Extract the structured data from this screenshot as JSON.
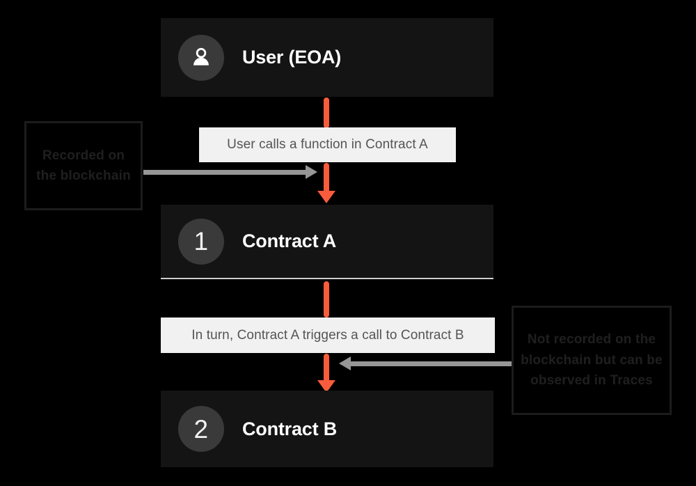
{
  "diagram": {
    "background_color": "#000000",
    "accent_color": "#f95c3c",
    "muted_arrow_color": "#969696",
    "card_color": "#141414",
    "chip_color": "#f1f1f1"
  },
  "nodes": [
    {
      "id": "user",
      "icon": "person-icon",
      "badge": "",
      "title": "User (EOA)"
    },
    {
      "id": "contract-a",
      "icon": "",
      "badge": "1",
      "title": "Contract A"
    },
    {
      "id": "contract-b",
      "icon": "",
      "badge": "2",
      "title": "Contract B"
    }
  ],
  "edge_labels": [
    {
      "id": "edge-label-1",
      "text": "User calls a function in Contract A"
    },
    {
      "id": "edge-label-2",
      "text": "In turn, Contract A triggers a call to Contract B"
    }
  ],
  "annotations": [
    {
      "id": "annotation-left",
      "lines": [
        "Recorded",
        "on the",
        "blockchain"
      ],
      "text": "Recorded on the blockchain"
    },
    {
      "id": "annotation-right",
      "lines": [
        "Not recorded on the",
        "blockchain but can",
        "be observed in",
        "Traces"
      ],
      "text": "Not recorded on the blockchain but can be observed in Traces"
    }
  ]
}
